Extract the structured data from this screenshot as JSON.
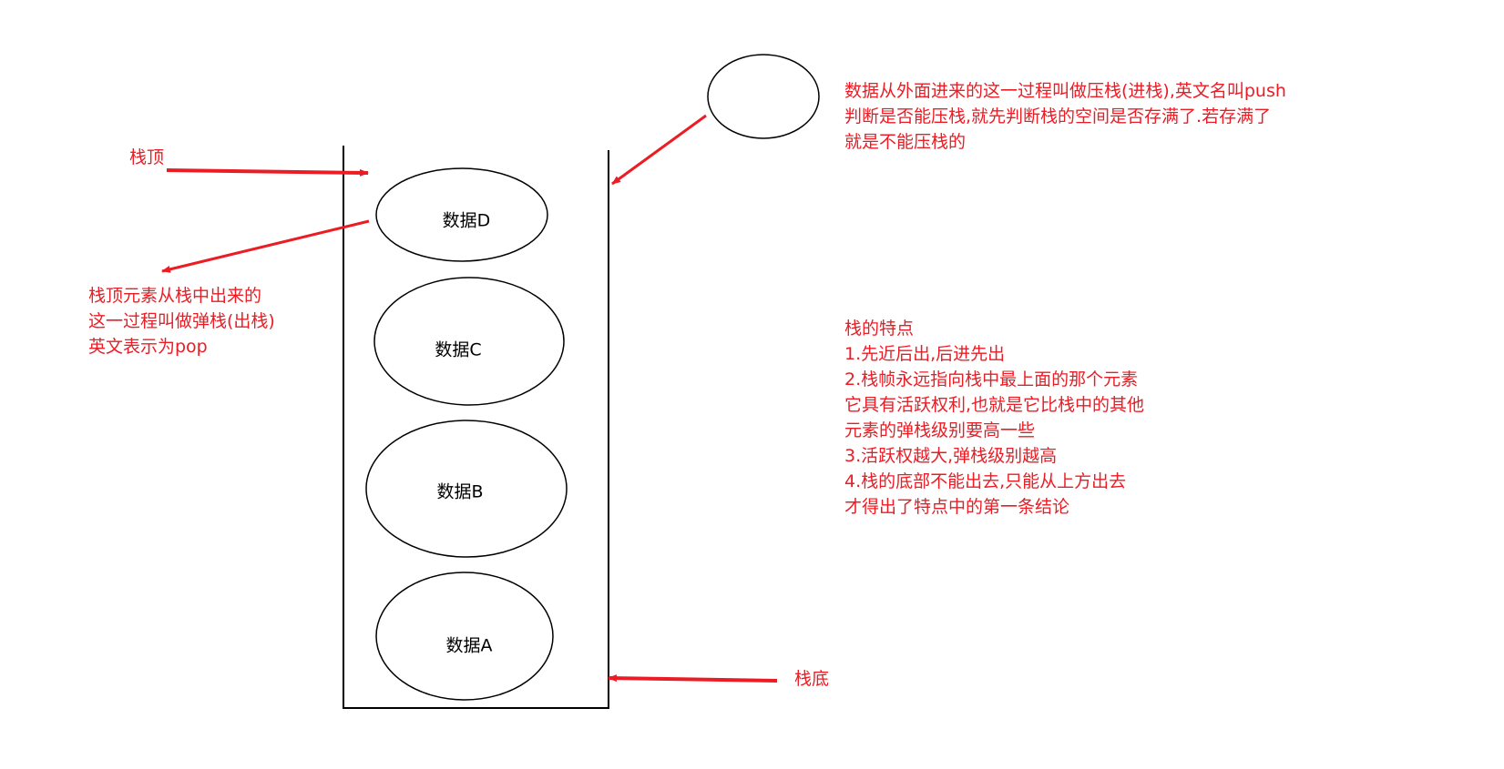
{
  "colors": {
    "annotation": "#ec1c24",
    "stroke": "#000000"
  },
  "labels": {
    "stack_top": "栈顶",
    "stack_bottom": "栈底"
  },
  "elements": [
    "数据D",
    "数据C",
    "数据B",
    "数据A"
  ],
  "pop_note": [
    "栈顶元素从栈中出来的",
    "这一过程叫做弹栈(出栈)",
    "英文表示为pop"
  ],
  "push_note": [
    "数据从外面进来的这一过程叫做压栈(进栈),英文名叫push",
    "判断是否能压栈,就先判断栈的空间是否存满了.若存满了",
    "就是不能压栈的"
  ],
  "features": {
    "title": "栈的特点",
    "lines": [
      "1.先近后出,后进先出",
      "2.栈帧永远指向栈中最上面的那个元素",
      "它具有活跃权利,也就是它比栈中的其他",
      "元素的弹栈级别要高一些",
      "3.活跃权越大,弹栈级别越高",
      "4.栈的底部不能出去,只能从上方出去",
      "才得出了特点中的第一条结论"
    ]
  }
}
